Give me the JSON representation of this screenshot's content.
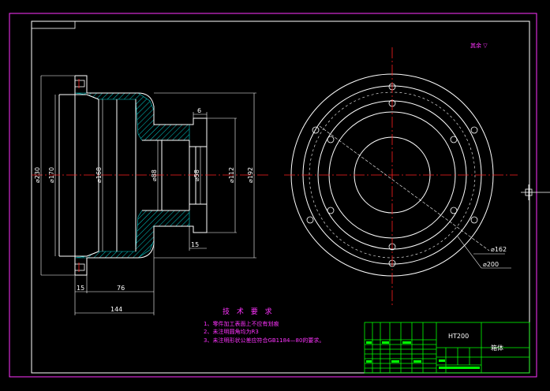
{
  "colors": {
    "background": "#000000",
    "outline": "#ffffff",
    "centerline": "#ff2020",
    "frame": "#ff33ff",
    "titleblock": "#00ff00",
    "notes": "#ff33ff",
    "hatch": "#00cccc"
  },
  "section_view": {
    "diameters": [
      "⌀230",
      "⌀170",
      "⌀168",
      "⌀88",
      "⌀58",
      "⌀112",
      "⌀192"
    ],
    "lengths": {
      "dim_6": "6",
      "dim_15_right": "15",
      "dim_15_left": "15",
      "dim_76": "76",
      "dim_144": "144"
    }
  },
  "end_view": {
    "dia_162": "⌀162",
    "dia_200": "⌀200"
  },
  "roughness_note": "其余 ▽",
  "tech_requirements": {
    "title": "技 术 要 求",
    "items": [
      "1、零件加工表面上不应有划痕",
      "2、未注明圆角均为R3",
      "3、未注明形状公差应符合GB1184—80的要求。"
    ]
  },
  "title_block": {
    "material": "HT200",
    "part_name": "箱体"
  }
}
